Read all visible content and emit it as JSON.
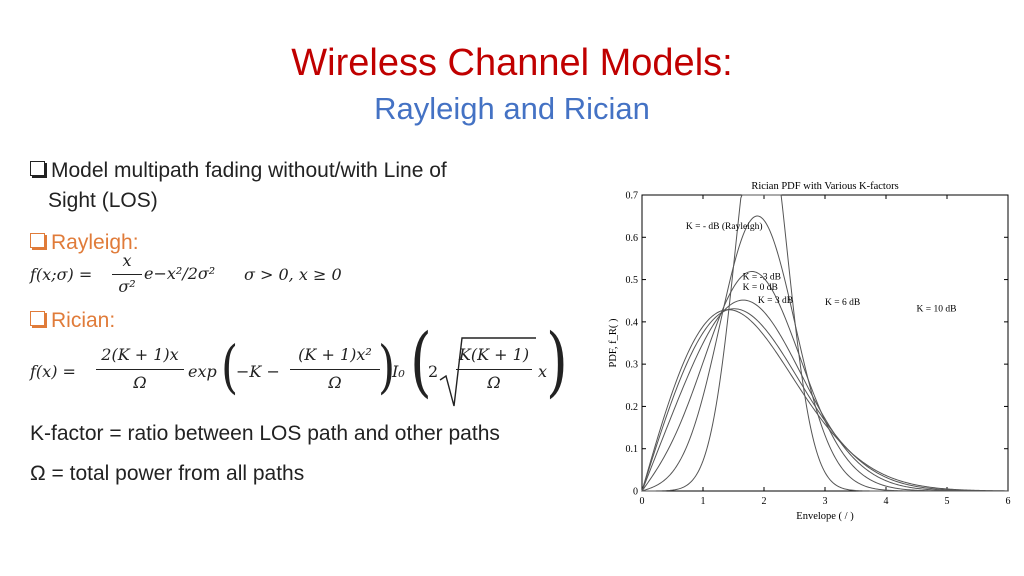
{
  "slide": {
    "title": "Wireless Channel Models:",
    "subtitle": "Rayleigh and Rician",
    "bullet1_line1": "Model multipath fading without/with Line of",
    "bullet1_line2": "Sight (LOS)",
    "bullet2": "Rayleigh:",
    "rayleigh_lhs": "f(x;σ) =",
    "rayleigh_num": "x",
    "rayleigh_den": "σ²",
    "rayleigh_exp": "e−x²/2σ²",
    "rayleigh_cond": "σ > 0, x ≥ 0",
    "bullet3": "Rician:",
    "rician_lhs": "f(x) =",
    "rician_frac_num": "2(K + 1)x",
    "rician_frac_den": "Ω",
    "rician_exp": "exp",
    "rician_inner_num": "(K + 1)x²",
    "rician_inner_den": "Ω",
    "rician_minus_k": "−K −",
    "rician_bessel": "I₀",
    "rician_two": "2",
    "rician_sqrt_num": "K(K + 1)",
    "rician_sqrt_den": "Ω",
    "rician_x": "x",
    "kfactor_text": "K-factor = ratio between LOS path and other paths",
    "omega_text": "Ω = total power from all paths"
  },
  "colors": {
    "title": "#c00000",
    "subtitle": "#4472c4",
    "bullet_orange": "#e07b39",
    "curve": "#555555"
  },
  "chart_data": {
    "type": "line",
    "title": "Rician PDF with Various K-factors",
    "xlabel": "Envelope ( / )",
    "ylabel": "PDF, f_R( )",
    "xlim": [
      0,
      6
    ],
    "ylim": [
      0,
      0.7
    ],
    "xticks": [
      0,
      1,
      2,
      3,
      4,
      5,
      6
    ],
    "yticks": [
      0,
      0.1,
      0.2,
      0.3,
      0.4,
      0.5,
      0.6,
      0.7
    ],
    "ytick_labels": [
      "0",
      "0.1",
      "0.2",
      "0.3",
      "0.4",
      "0.5",
      "0.6",
      "0.7"
    ],
    "series": [
      {
        "name": "K = -   dB (Rayleigh)",
        "K_linear": 0
      },
      {
        "name": "K = -3 dB",
        "K_linear": 0.5
      },
      {
        "name": "K = 0 dB",
        "K_linear": 1
      },
      {
        "name": "K = 3 dB",
        "K_linear": 2
      },
      {
        "name": "K = 6 dB",
        "K_linear": 4
      },
      {
        "name": "K = 10 dB",
        "K_linear": 10
      }
    ]
  }
}
